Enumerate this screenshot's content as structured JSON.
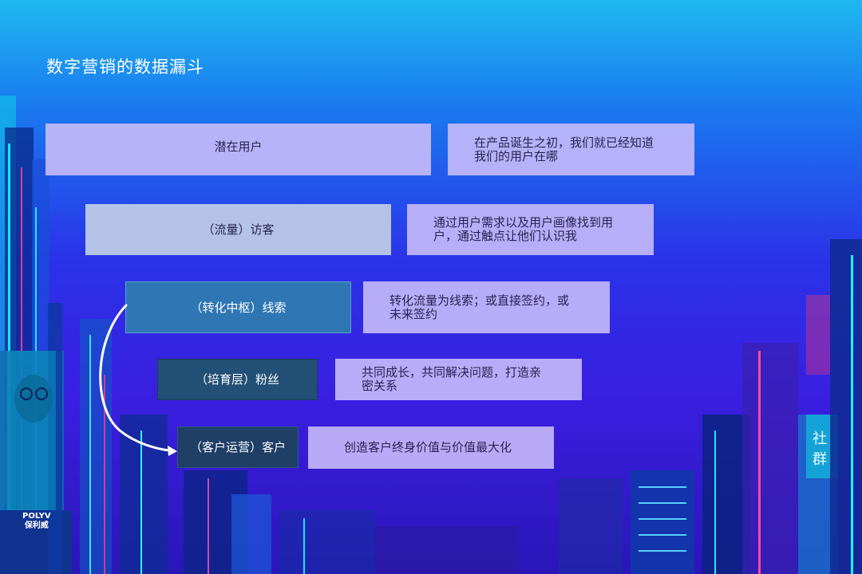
{
  "title": "数字营销的数据漏斗",
  "stages": [
    {
      "label": "潜在用户",
      "desc_lines": [
        "在产品诞生之初，我们就已经知道",
        "我们的用户在哪"
      ]
    },
    {
      "label": "（流量）访客",
      "desc_lines": [
        "通过用户需求以及用户画像找到用",
        "户，通过触点让他们认识我"
      ]
    },
    {
      "label": "（转化中枢）线索",
      "desc_lines": [
        "转化流量为线索；或直接签约，或",
        "未来签约"
      ]
    },
    {
      "label": "（培育层）粉丝",
      "desc_lines": [
        "共同成长，共同解决问题，打造亲",
        "密关系"
      ]
    },
    {
      "label": "（客户运营）客户",
      "desc_lines": [
        "创造客户终身价值与价值最大化"
      ]
    }
  ],
  "background": {
    "sign_text": [
      "社",
      "群"
    ],
    "logo_text": [
      "POLYV",
      "保利威"
    ]
  },
  "colors": {
    "stage1": "#c6bafa",
    "stage2": "#b3c2e5",
    "stage3": "#2f77b4",
    "stage4": "#225076",
    "stage5": "#1f3f66",
    "desc": "#c6bafa"
  }
}
